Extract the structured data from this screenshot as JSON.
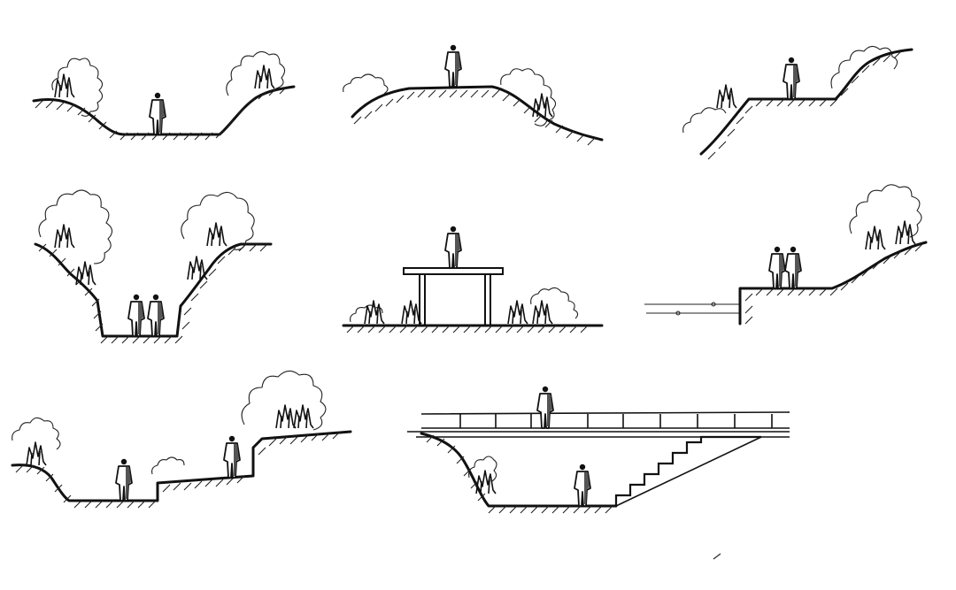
{
  "sheet": {
    "background": "#ffffff",
    "ink": "#111111",
    "sections": [
      {
        "id": "valley",
        "people": 1
      },
      {
        "id": "mound",
        "people": 1
      },
      {
        "id": "terraced-slope",
        "people": 1
      },
      {
        "id": "sunken-garden",
        "people": 2
      },
      {
        "id": "raised-boardwalk",
        "people": 1
      },
      {
        "id": "waterside-platform",
        "people": 2
      },
      {
        "id": "stepped-terraces",
        "people": 2
      },
      {
        "id": "bridge-over-pit-with-stairs",
        "people": 2
      }
    ]
  }
}
